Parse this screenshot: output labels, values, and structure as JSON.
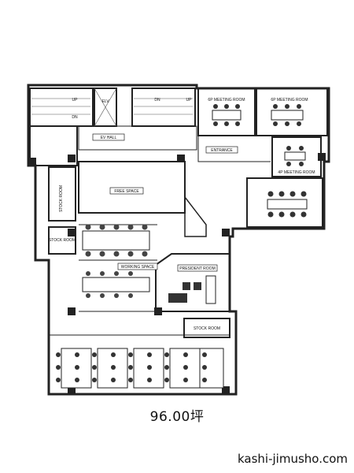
{
  "area_label": "96.00坪",
  "site_label": "kashi-jimusho.com",
  "room_labels": {
    "ev_hall": "EV HALL",
    "entrance": "ENTRANCE",
    "free_space": "FREE SPACE",
    "stock_room_top": "STOCK ROOM",
    "stock_room_mid": "STOCK ROOM",
    "stock_room_bottom": "STOCK ROOM",
    "meeting_room_1": "6P MEETING ROOM",
    "meeting_room_2": "6P MEETING ROOM",
    "meeting_room_3": "4P MEETING ROOM",
    "working_space": "WORKING SPACE",
    "president_room": "PRESIDENT ROOM",
    "elv": "ELV",
    "up": "UP",
    "dn": "DN"
  }
}
